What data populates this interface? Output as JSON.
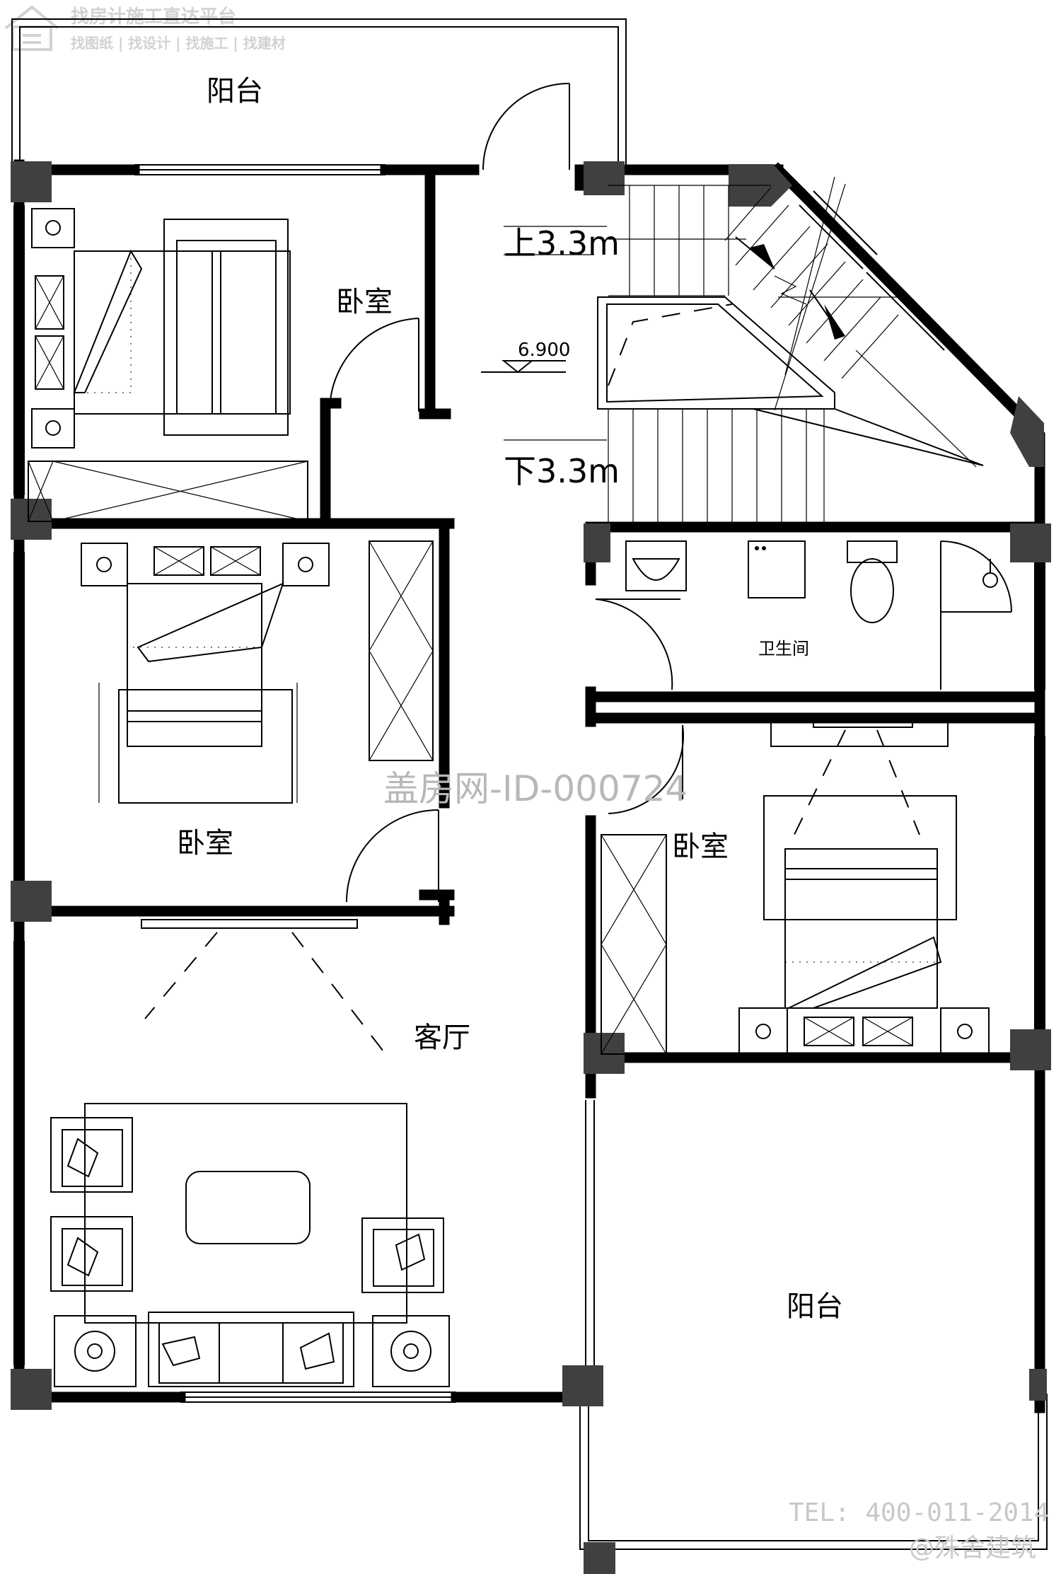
{
  "watermark": {
    "logo_title": "找房计施工直达平台",
    "logo_subtitle": "找图纸 | 找设计 | 找施工 | 找建材",
    "center_id": "盖房网-ID-000724",
    "tel": "TEL: 400-011-2014",
    "credit": "@殊舍建筑"
  },
  "rooms": {
    "balcony_top": "阳台",
    "bedroom_nw": "卧室",
    "bedroom_w": "卧室",
    "bedroom_e": "卧室",
    "bathroom": "卫生间",
    "living_room": "客厅",
    "balcony_se": "阳台"
  },
  "stairs": {
    "up_label": "上3.3m",
    "down_label": "下3.3m",
    "elevation": "6.900"
  }
}
